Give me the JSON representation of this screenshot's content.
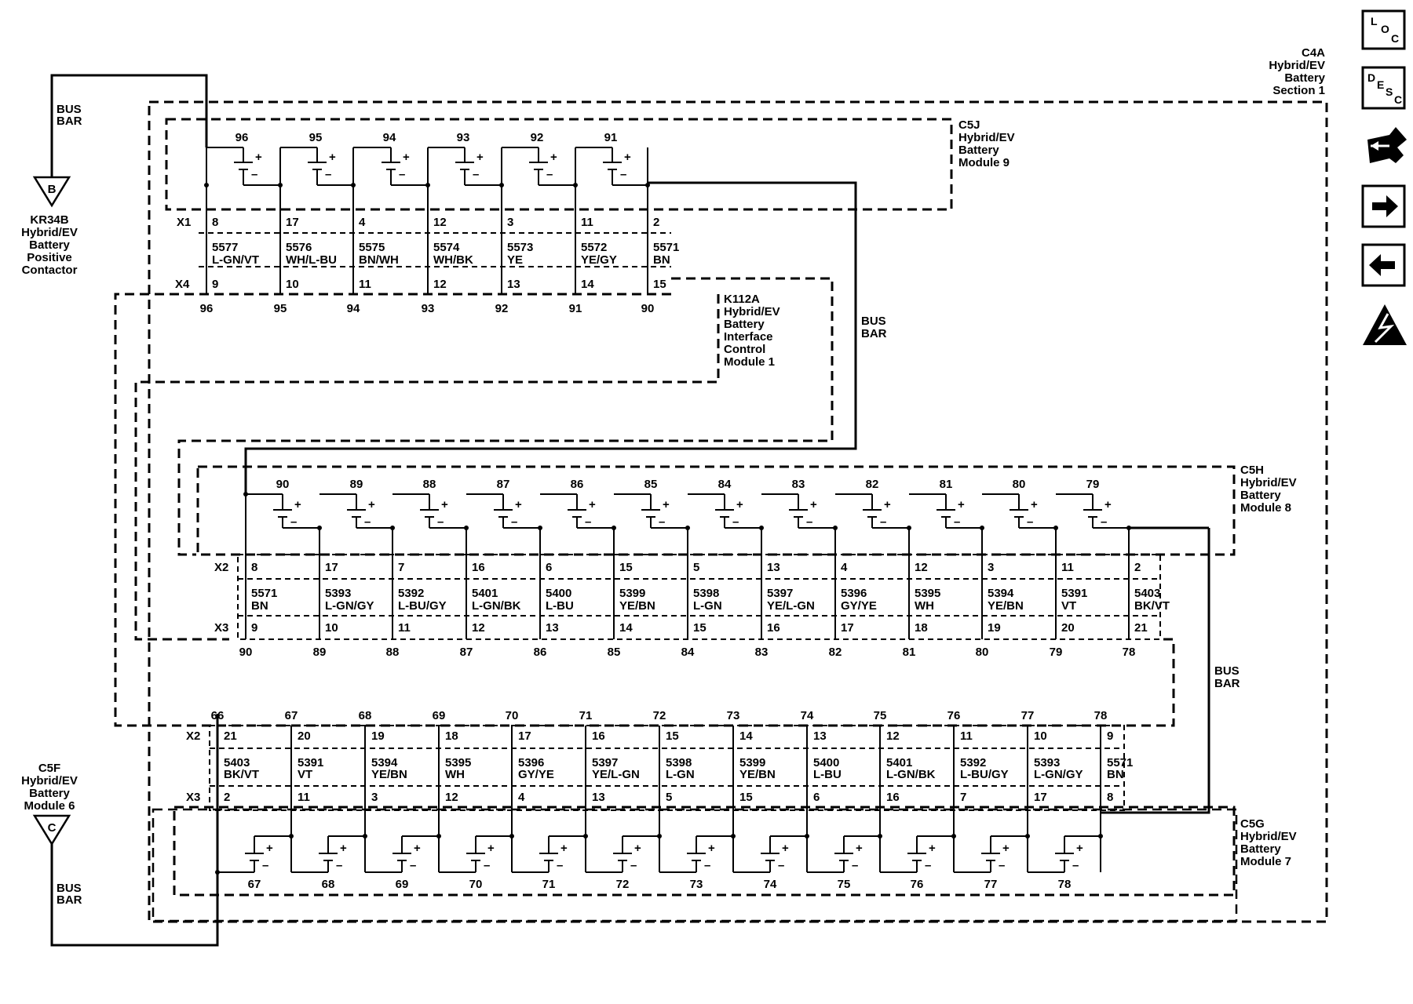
{
  "labels": {
    "bus_bar_1": "BUS",
    "bus_bar_2": "BAR",
    "kr34b": [
      "KR34B",
      "Hybrid/EV",
      "Battery",
      "Positive",
      "Contactor"
    ],
    "c4a": [
      "C4A",
      "Hybrid/EV",
      "Battery",
      "Section 1"
    ],
    "c5j": [
      "C5J",
      "Hybrid/EV",
      "Battery",
      "Module 9"
    ],
    "k112a": [
      "K112A",
      "Hybrid/EV",
      "Battery",
      "Interface",
      "Control",
      "Module 1"
    ],
    "c5h": [
      "C5H",
      "Hybrid/EV",
      "Battery",
      "Module 8"
    ],
    "c5g": [
      "C5G",
      "Hybrid/EV",
      "Battery",
      "Module 7"
    ],
    "c5f": [
      "C5F",
      "Hybrid/EV",
      "Battery",
      "Module 6"
    ],
    "terminal_b": "B",
    "terminal_c": "C",
    "plus": "+",
    "minus": "–"
  },
  "connectors": {
    "x1": "X1",
    "x2": "X2",
    "x3": "X3",
    "x4": "X4"
  },
  "module9": {
    "cells": [
      "96",
      "95",
      "94",
      "93",
      "92",
      "91"
    ],
    "x1_pins": [
      "8",
      "17",
      "4",
      "12",
      "3",
      "11",
      "2"
    ],
    "circuits": [
      "5577",
      "5576",
      "5575",
      "5574",
      "5573",
      "5572",
      "5571"
    ],
    "colors": [
      "L-GN/VT",
      "WH/L-BU",
      "BN/WH",
      "WH/BK",
      "YE",
      "YE/GY",
      "BN"
    ],
    "x4_pins": [
      "9",
      "10",
      "11",
      "12",
      "13",
      "14",
      "15"
    ],
    "bottom_nums": [
      "96",
      "95",
      "94",
      "93",
      "92",
      "91",
      "90"
    ]
  },
  "module8": {
    "cells": [
      "90",
      "89",
      "88",
      "87",
      "86",
      "85",
      "84",
      "83",
      "82",
      "81",
      "80",
      "79"
    ],
    "x2_pins": [
      "8",
      "17",
      "7",
      "16",
      "6",
      "15",
      "5",
      "13",
      "4",
      "12",
      "3",
      "11",
      "2"
    ],
    "circuits": [
      "5571",
      "5393",
      "5392",
      "5401",
      "5400",
      "5399",
      "5398",
      "5397",
      "5396",
      "5395",
      "5394",
      "5391",
      "5403"
    ],
    "colors": [
      "BN",
      "L-GN/GY",
      "L-BU/GY",
      "L-GN/BK",
      "L-BU",
      "YE/BN",
      "L-GN",
      "YE/L-GN",
      "GY/YE",
      "WH",
      "YE/BN",
      "VT",
      "BK/VT"
    ],
    "x3_pins": [
      "9",
      "10",
      "11",
      "12",
      "13",
      "14",
      "15",
      "16",
      "17",
      "18",
      "19",
      "20",
      "21"
    ],
    "bottom_nums": [
      "90",
      "89",
      "88",
      "87",
      "86",
      "85",
      "84",
      "83",
      "82",
      "81",
      "80",
      "79",
      "78"
    ]
  },
  "module7": {
    "top_nums": [
      "66",
      "67",
      "68",
      "69",
      "70",
      "71",
      "72",
      "73",
      "74",
      "75",
      "76",
      "77",
      "78"
    ],
    "x2_pins": [
      "21",
      "20",
      "19",
      "18",
      "17",
      "16",
      "15",
      "14",
      "13",
      "12",
      "11",
      "10",
      "9"
    ],
    "circuits": [
      "5403",
      "5391",
      "5394",
      "5395",
      "5396",
      "5397",
      "5398",
      "5399",
      "5400",
      "5401",
      "5392",
      "5393",
      "5571"
    ],
    "colors": [
      "BK/VT",
      "VT",
      "YE/BN",
      "WH",
      "GY/YE",
      "YE/L-GN",
      "L-GN",
      "YE/BN",
      "L-BU",
      "L-GN/BK",
      "L-BU/GY",
      "L-GN/GY",
      "BN"
    ],
    "x3_pins": [
      "2",
      "11",
      "3",
      "12",
      "4",
      "13",
      "5",
      "15",
      "6",
      "16",
      "7",
      "17",
      "8"
    ],
    "cells": [
      "67",
      "68",
      "69",
      "70",
      "71",
      "72",
      "73",
      "74",
      "75",
      "76",
      "77",
      "78"
    ]
  },
  "sidebar": {
    "loc": [
      "L",
      "O",
      "C"
    ],
    "desc": [
      "D",
      "E",
      "S",
      "C"
    ],
    "icons": [
      "loc-icon",
      "desc-icon",
      "connector-icon",
      "next-arrow-icon",
      "prev-arrow-icon",
      "high-voltage-warning-icon"
    ]
  }
}
